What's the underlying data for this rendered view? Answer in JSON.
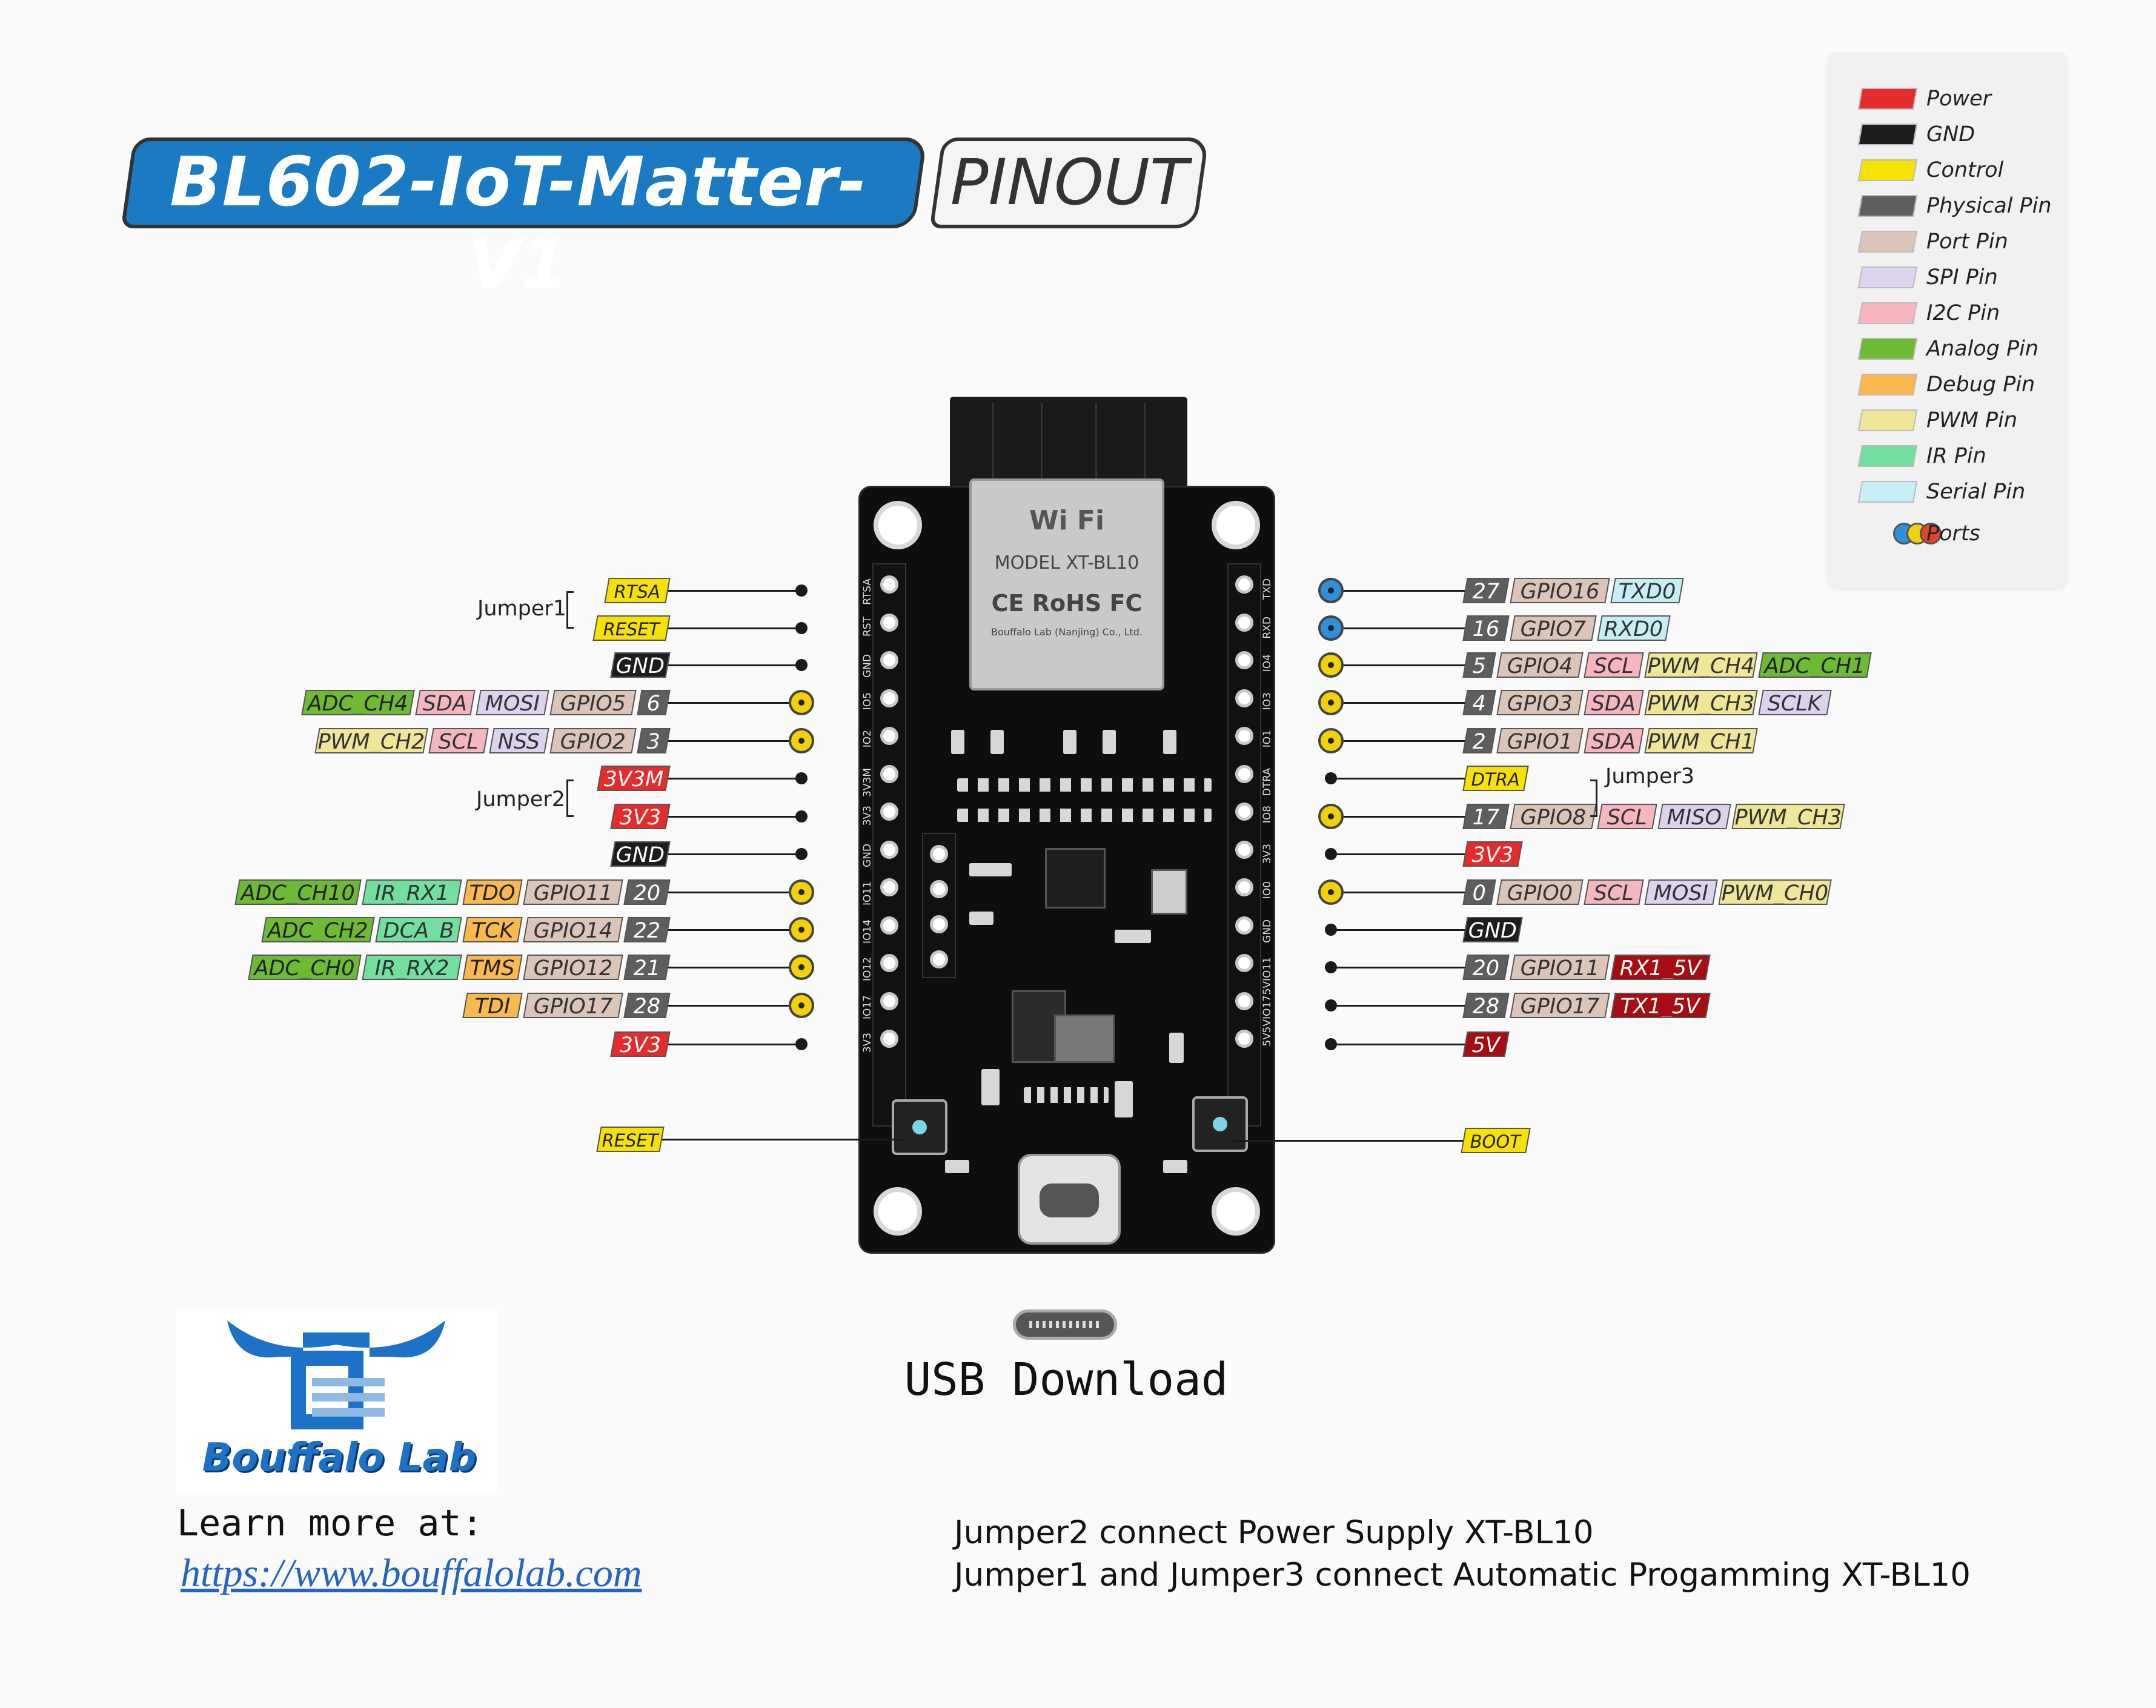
{
  "title": {
    "board": "BL602-IoT-Matter-V1",
    "tag": "PINOUT"
  },
  "legend": {
    "items": [
      {
        "label": "Power",
        "color": "#e52b2b"
      },
      {
        "label": "GND",
        "color": "#1d1d1d"
      },
      {
        "label": "Control",
        "color": "#f6e100"
      },
      {
        "label": "Physical Pin",
        "color": "#5e5e5e"
      },
      {
        "label": "Port Pin",
        "color": "#dbc4b8"
      },
      {
        "label": "SPI Pin",
        "color": "#ddd3ee"
      },
      {
        "label": "I2C Pin",
        "color": "#f5b6c0"
      },
      {
        "label": "Analog Pin",
        "color": "#6dbb35"
      },
      {
        "label": "Debug Pin",
        "color": "#f9b94e"
      },
      {
        "label": "PWM Pin",
        "color": "#efe698"
      },
      {
        "label": "IR Pin",
        "color": "#72df9f"
      },
      {
        "label": "Serial Pin",
        "color": "#c6eff5"
      }
    ],
    "ports_label": "Ports"
  },
  "jumpers": {
    "j1": "Jumper1",
    "j2": "Jumper2",
    "j3": "Jumper3"
  },
  "left_pins": [
    {
      "labels": [
        {
          "t": "RTSA",
          "c": "ctrl",
          "s": 1
        }
      ],
      "port": ""
    },
    {
      "labels": [
        {
          "t": "RESET",
          "c": "ctrl",
          "s": 1
        }
      ],
      "port": ""
    },
    {
      "labels": [
        {
          "t": "GND",
          "c": "gnd"
        }
      ],
      "port": ""
    },
    {
      "labels": [
        {
          "t": "ADC_CH4",
          "c": "adc"
        },
        {
          "t": "SDA",
          "c": "i2c"
        },
        {
          "t": "MOSI",
          "c": "spi"
        },
        {
          "t": "GPIO5",
          "c": "port"
        },
        {
          "t": "6",
          "c": "phys"
        }
      ],
      "port": "y"
    },
    {
      "labels": [
        {
          "t": "PWM_CH2",
          "c": "pwm"
        },
        {
          "t": "SCL",
          "c": "i2c"
        },
        {
          "t": "NSS",
          "c": "spi"
        },
        {
          "t": "GPIO2",
          "c": "port"
        },
        {
          "t": "3",
          "c": "phys"
        }
      ],
      "port": "y"
    },
    {
      "labels": [
        {
          "t": "3V3M",
          "c": "power"
        }
      ],
      "port": ""
    },
    {
      "labels": [
        {
          "t": "3V3",
          "c": "power"
        }
      ],
      "port": ""
    },
    {
      "labels": [
        {
          "t": "GND",
          "c": "gnd"
        }
      ],
      "port": ""
    },
    {
      "labels": [
        {
          "t": "ADC_CH10",
          "c": "adc"
        },
        {
          "t": "IR_RX1",
          "c": "ir"
        },
        {
          "t": "TDO",
          "c": "dbg"
        },
        {
          "t": "GPIO11",
          "c": "port"
        },
        {
          "t": "20",
          "c": "phys"
        }
      ],
      "port": "y"
    },
    {
      "labels": [
        {
          "t": "ADC_CH2",
          "c": "adc"
        },
        {
          "t": "DCA_B",
          "c": "ir"
        },
        {
          "t": "TCK",
          "c": "dbg"
        },
        {
          "t": "GPIO14",
          "c": "port"
        },
        {
          "t": "22",
          "c": "phys"
        }
      ],
      "port": "y"
    },
    {
      "labels": [
        {
          "t": "ADC_CH0",
          "c": "adc"
        },
        {
          "t": "IR_RX2",
          "c": "ir"
        },
        {
          "t": "TMS",
          "c": "dbg"
        },
        {
          "t": "GPIO12",
          "c": "port"
        },
        {
          "t": "21",
          "c": "phys"
        }
      ],
      "port": "y"
    },
    {
      "labels": [
        {
          "t": "TDI",
          "c": "dbg"
        },
        {
          "t": "GPIO17",
          "c": "port"
        },
        {
          "t": "28",
          "c": "phys"
        }
      ],
      "port": "y"
    },
    {
      "labels": [
        {
          "t": "3V3",
          "c": "power"
        }
      ],
      "port": ""
    }
  ],
  "right_pins": [
    {
      "labels": [
        {
          "t": "27",
          "c": "phys"
        },
        {
          "t": "GPIO16",
          "c": "port"
        },
        {
          "t": "TXD0",
          "c": "ser"
        }
      ],
      "port": "b"
    },
    {
      "labels": [
        {
          "t": "16",
          "c": "phys"
        },
        {
          "t": "GPIO7",
          "c": "port"
        },
        {
          "t": "RXD0",
          "c": "ser"
        }
      ],
      "port": "b"
    },
    {
      "labels": [
        {
          "t": "5",
          "c": "phys"
        },
        {
          "t": "GPIO4",
          "c": "port"
        },
        {
          "t": "SCL",
          "c": "i2c"
        },
        {
          "t": "PWM_CH4",
          "c": "pwm"
        },
        {
          "t": "ADC_CH1",
          "c": "adc"
        }
      ],
      "port": "y"
    },
    {
      "labels": [
        {
          "t": "4",
          "c": "phys"
        },
        {
          "t": "GPIO3",
          "c": "port"
        },
        {
          "t": "SDA",
          "c": "i2c"
        },
        {
          "t": "PWM_CH3",
          "c": "pwm"
        },
        {
          "t": "SCLK",
          "c": "spi"
        }
      ],
      "port": "y"
    },
    {
      "labels": [
        {
          "t": "2",
          "c": "phys"
        },
        {
          "t": "GPIO1",
          "c": "port"
        },
        {
          "t": "SDA",
          "c": "i2c"
        },
        {
          "t": "PWM_CH1",
          "c": "pwm"
        }
      ],
      "port": "y"
    },
    {
      "labels": [
        {
          "t": "DTRA",
          "c": "ctrl",
          "s": 1
        }
      ],
      "port": ""
    },
    {
      "labels": [
        {
          "t": "17",
          "c": "phys"
        },
        {
          "t": "GPIO8",
          "c": "port"
        },
        {
          "t": "SCL",
          "c": "i2c"
        },
        {
          "t": "MISO",
          "c": "spi"
        },
        {
          "t": "PWM_CH3",
          "c": "pwm"
        }
      ],
      "port": "y"
    },
    {
      "labels": [
        {
          "t": "3V3",
          "c": "power"
        }
      ],
      "port": ""
    },
    {
      "labels": [
        {
          "t": "0",
          "c": "phys"
        },
        {
          "t": "GPIO0",
          "c": "port"
        },
        {
          "t": "SCL",
          "c": "i2c"
        },
        {
          "t": "MOSI",
          "c": "spi"
        },
        {
          "t": "PWM_CH0",
          "c": "pwm"
        }
      ],
      "port": "y"
    },
    {
      "labels": [
        {
          "t": "GND",
          "c": "gnd"
        }
      ],
      "port": ""
    },
    {
      "labels": [
        {
          "t": "20",
          "c": "phys"
        },
        {
          "t": "GPIO11",
          "c": "port"
        },
        {
          "t": "RX1_5V",
          "c": "dark"
        }
      ],
      "port": ""
    },
    {
      "labels": [
        {
          "t": "28",
          "c": "phys"
        },
        {
          "t": "GPIO17",
          "c": "port"
        },
        {
          "t": "TX1_5V",
          "c": "dark"
        }
      ],
      "port": ""
    },
    {
      "labels": [
        {
          "t": "5V",
          "c": "dark"
        }
      ],
      "port": ""
    }
  ],
  "buttons": {
    "left": "RESET",
    "right": "BOOT"
  },
  "module": {
    "brand": "Wi Fi",
    "model": "MODEL  XT-BL10",
    "cert": "CE RoHS FC",
    "maker": "Bouffalo Lab (Nanjing) Co., Ltd."
  },
  "header_silk": {
    "left": [
      "RTSA",
      "RST",
      "GND",
      "IO5",
      "IO2",
      "3V3M",
      "3V3",
      "GND",
      "IO11",
      "IO14",
      "IO12",
      "IO17",
      "3V3"
    ],
    "right": [
      "TXD",
      "RXD",
      "IO4",
      "IO3",
      "IO1",
      "DTRA",
      "IO8",
      "3V3",
      "IO0",
      "GND",
      "5VIO11",
      "5VIO17",
      "5V"
    ]
  },
  "usb_label": "USB Download",
  "logo_text": "Bouffalo Lab",
  "learn_more": "Learn more at:",
  "url": "https://www.bouffalolab.com",
  "notes": [
    "Jumper2 connect Power Supply XT-BL10",
    "Jumper1 and Jumper3 connect Automatic Progamming XT-BL10"
  ]
}
